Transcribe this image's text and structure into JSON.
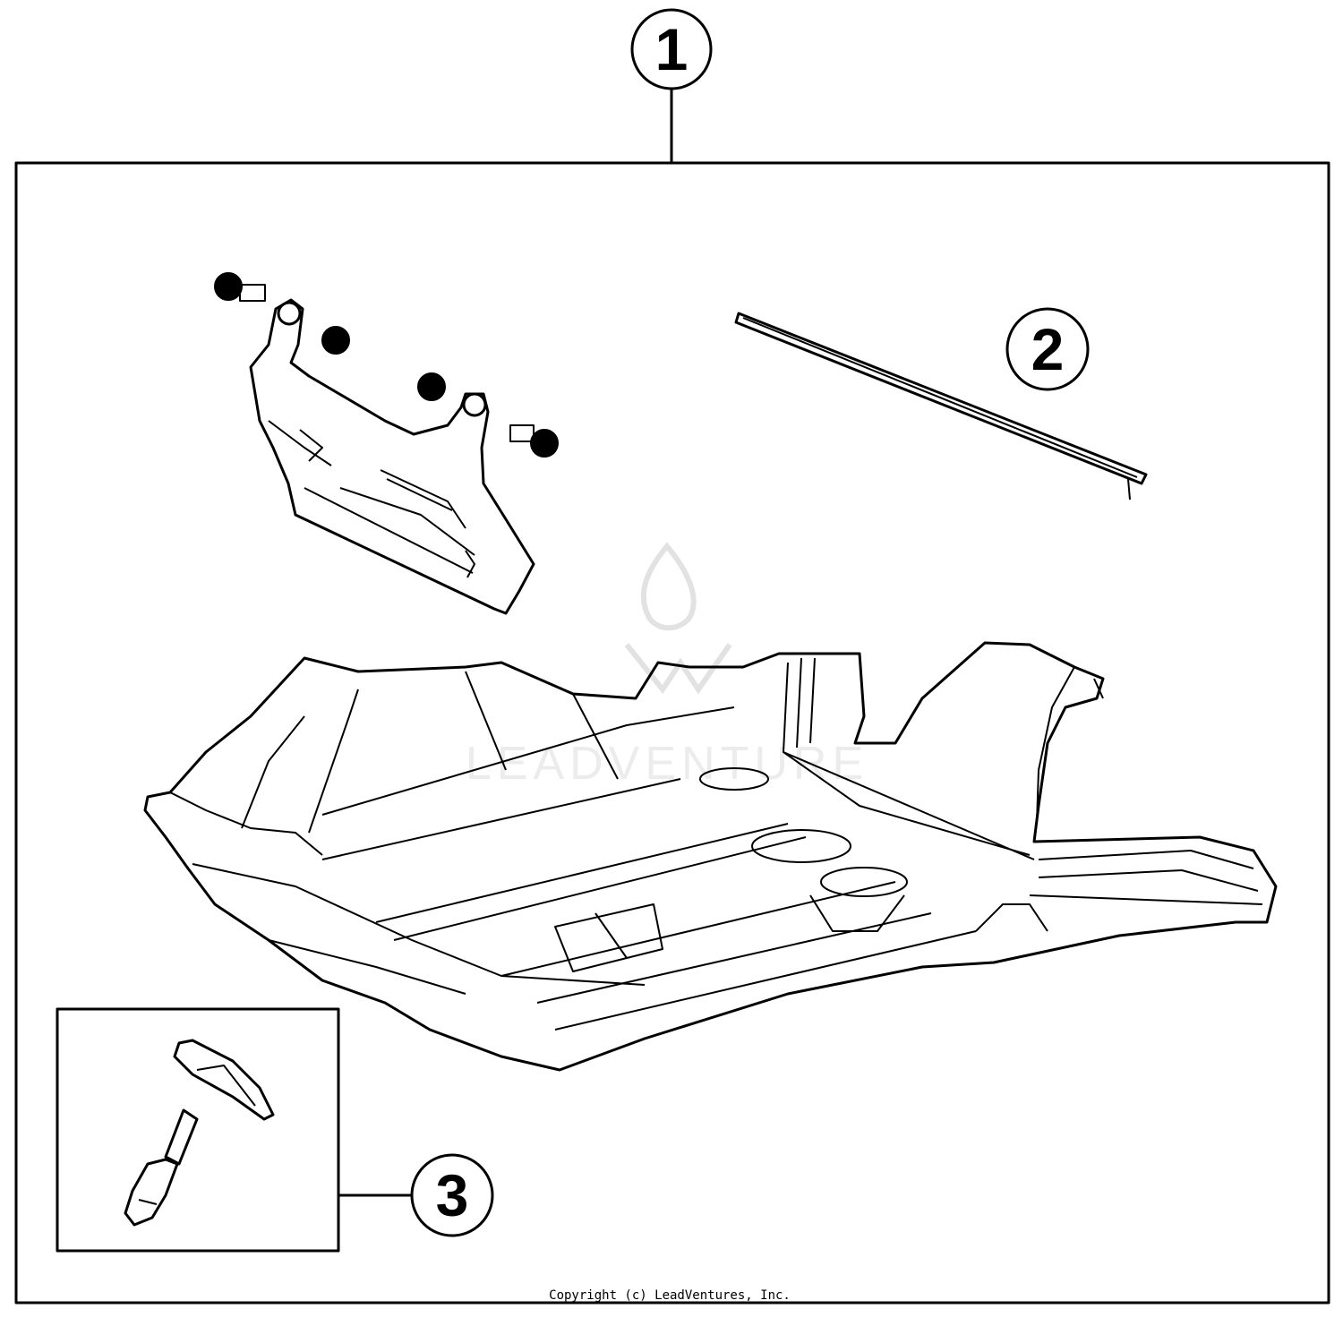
{
  "callouts": [
    {
      "id": "1",
      "label": "1"
    },
    {
      "id": "2",
      "label": "2"
    },
    {
      "id": "3",
      "label": "3"
    }
  ],
  "copyright": "Copyright (c) LeadVentures, Inc.",
  "watermark": {
    "text": "LEADVENTURE"
  },
  "colors": {
    "line": "#000000",
    "background": "#ffffff",
    "watermark": "#e2e2e2"
  }
}
